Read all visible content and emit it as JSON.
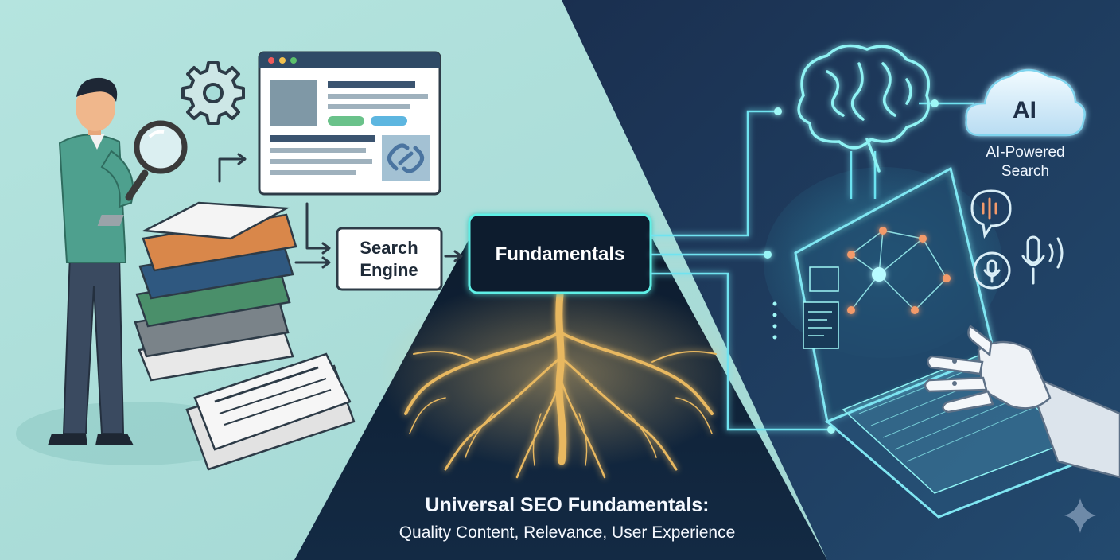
{
  "nodes": {
    "search_engine": [
      "Search",
      "Engine"
    ],
    "fundamentals": "Fundamentals",
    "ai_badge": "AI",
    "ai_powered_search": [
      "AI-Powered",
      "Search"
    ]
  },
  "caption": {
    "title": "Universal SEO Fundamentals:",
    "subtitle": "Quality Content, Relevance, User Experience"
  },
  "colors": {
    "left_bg": "#a7ddd9",
    "right_bg": "#1b3556",
    "center_bg": "#0f2033",
    "glow": "#5ef0e6",
    "root": "#e8b860"
  }
}
